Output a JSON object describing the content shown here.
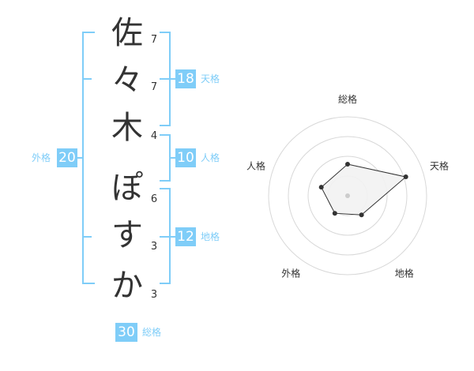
{
  "name": {
    "chars": [
      {
        "char": "佐",
        "strokes": "7"
      },
      {
        "char": "々",
        "strokes": "7"
      },
      {
        "char": "木",
        "strokes": "4"
      },
      {
        "char": "ぽ",
        "strokes": "6"
      },
      {
        "char": "す",
        "strokes": "3"
      },
      {
        "char": "か",
        "strokes": "3"
      }
    ]
  },
  "fortunes": {
    "tenkaku": {
      "label": "天格",
      "value": "18"
    },
    "jinkaku": {
      "label": "人格",
      "value": "10"
    },
    "chikaku": {
      "label": "地格",
      "value": "12"
    },
    "gaikaku": {
      "label": "外格",
      "value": "20"
    },
    "soukaku": {
      "label": "総格",
      "value": "30"
    }
  },
  "colors": {
    "accent": "#7fcdf8",
    "text": "#333333",
    "grid": "#d8d8d8",
    "polygon_fill": "#f2f2f2",
    "polygon_stroke": "#333333"
  },
  "chart_data": {
    "type": "radar",
    "axes": [
      "総格",
      "天格",
      "地格",
      "外格",
      "人格"
    ],
    "values": [
      1.6,
      3.1,
      1.2,
      1.1,
      1.4
    ],
    "max": 4,
    "rings": 4
  }
}
